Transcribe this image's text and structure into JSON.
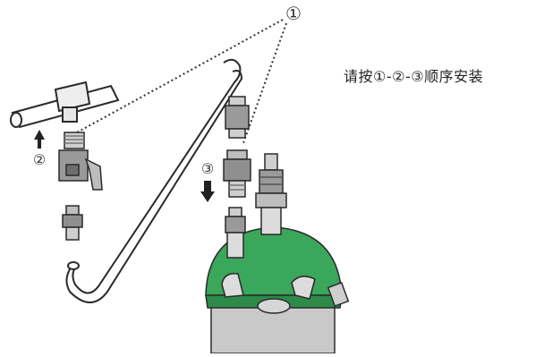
{
  "instruction": {
    "text": "请按①-②-③顺序安装"
  },
  "callouts": {
    "step1": "①",
    "step2": "②",
    "step3": "③"
  },
  "colors": {
    "lid_green": "#3aa75a",
    "tank_gray": "#c9c9c9",
    "outline": "#2a2a2a",
    "fitting_gray": "#9a9a9a"
  }
}
